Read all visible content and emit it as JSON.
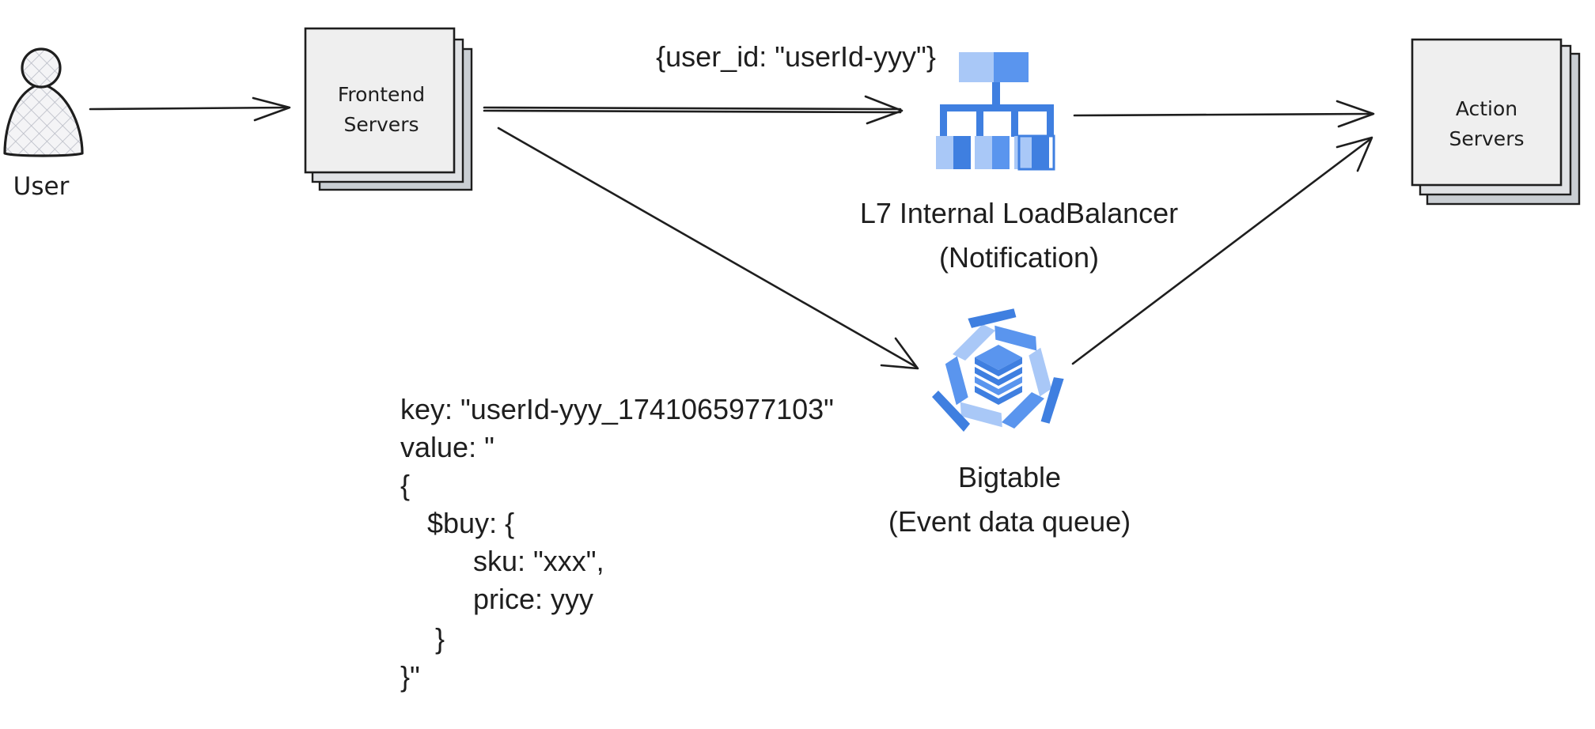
{
  "nodes": {
    "user": {
      "label": "User",
      "icon": "user-icon"
    },
    "frontend": {
      "label_line1": "Frontend",
      "label_line2": "Servers"
    },
    "action": {
      "label_line1": "Action",
      "label_line2": "Servers"
    },
    "loadbalancer": {
      "label_line1": "L7 Internal LoadBalancer",
      "label_line2": "(Notification)",
      "icon": "load-balancer-icon"
    },
    "bigtable": {
      "label_line1": "Bigtable",
      "label_line2": "(Event data queue)",
      "icon": "bigtable-icon"
    }
  },
  "edges": {
    "frontend_to_lb_payload": "{user_id: \"userId-yyy\"}"
  },
  "record": {
    "lines": [
      "key: \"userId-yyy_1741065977103\"",
      "value: \"",
      "{",
      "$buy: {",
      "sku: \"xxx\",",
      "price: yyy",
      "}",
      "}\""
    ]
  },
  "colors": {
    "ink": "#1e1e1e",
    "box_fill": "#efefef",
    "shadow_fill": "#c9ced3",
    "blue_dark": "#3f7fe0",
    "blue_mid": "#5a95ee",
    "blue_light": "#a9c8f7"
  }
}
